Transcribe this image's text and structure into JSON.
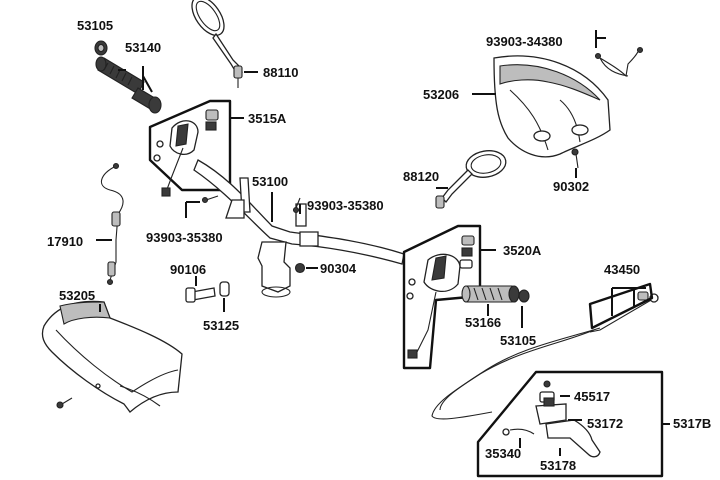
{
  "labels": {
    "p53105a": "53105",
    "p53140": "53140",
    "p88110": "88110",
    "p3515A": "3515A",
    "p93903_34380": "93903-34380",
    "p53206": "53206",
    "p88120": "88120",
    "p90302": "90302",
    "p53100": "53100",
    "p93903_35380a": "93903-35380",
    "p93903_35380b": "93903-35380",
    "p17910": "17910",
    "p90304": "90304",
    "p3520A": "3520A",
    "p90106": "90106",
    "p43450": "43450",
    "p53205": "53205",
    "p53125": "53125",
    "p53166": "53166",
    "p53105b": "53105",
    "p45517": "45517",
    "p53172": "53172",
    "p5317B": "5317B",
    "p35340": "35340",
    "p53178": "53178"
  },
  "colors": {
    "ink": "#111111",
    "part_fill": "#ffffff",
    "shade": "#3a3a3a",
    "grey": "#bdbdbd"
  }
}
